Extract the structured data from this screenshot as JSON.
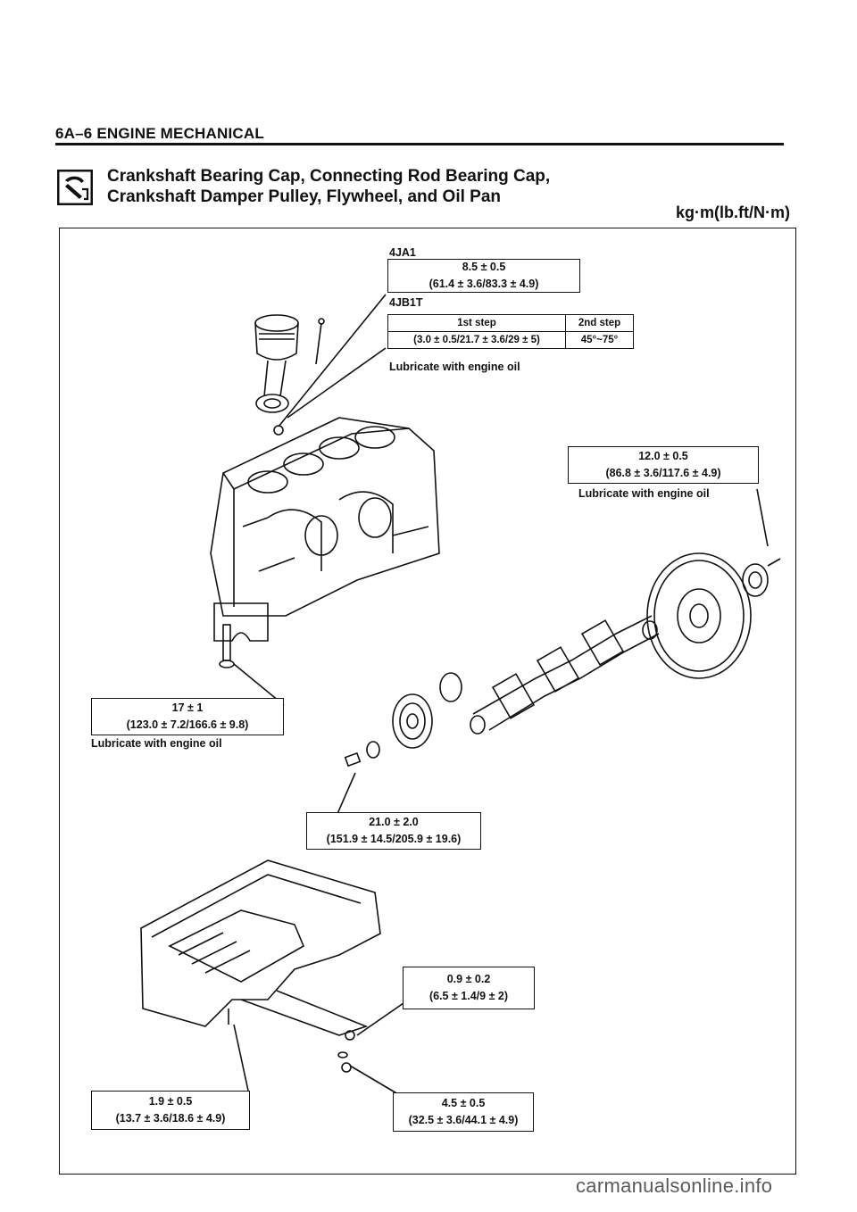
{
  "header": {
    "page_label": "6A–6 ENGINE MECHANICAL"
  },
  "section": {
    "title_line1": "Crankshaft Bearing Cap, Connecting Rod Bearing Cap,",
    "title_line2": "Crankshaft Damper Pulley, Flywheel, and Oil Pan",
    "units": "kg·m(lb.ft/N·m)",
    "icon": "torque-wrench-icon"
  },
  "conrod": {
    "engine_a": "4JA1",
    "engine_a_line1": "8.5 ± 0.5",
    "engine_a_line2": "(61.4 ± 3.6/83.3 ± 4.9)",
    "engine_b": "4JB1T",
    "col1_header": "1st step",
    "col2_header": "2nd step",
    "col1_value": "(3.0 ± 0.5/21.7 ± 3.6/29 ± 5)",
    "col2_value": "45°~75°",
    "note": "Lubricate with engine oil"
  },
  "flywheel": {
    "line1": "12.0 ± 0.5",
    "line2": "(86.8 ± 3.6/117.6 ± 4.9)",
    "note": "Lubricate with engine oil"
  },
  "main_cap": {
    "line1": "17 ± 1",
    "line2": "(123.0 ± 7.2/166.6 ± 9.8)",
    "note": "Lubricate with engine oil"
  },
  "pulley": {
    "line1": "21.0 ± 2.0",
    "line2": "(151.9 ± 14.5/205.9 ± 19.6)"
  },
  "oil_pan_bolt": {
    "line1": "0.9 ± 0.2",
    "line2": "(6.5 ± 1.4/9 ± 2)"
  },
  "oil_pan_stud": {
    "line1": "1.9 ± 0.5",
    "line2": "(13.7 ± 3.6/18.6 ± 4.9)"
  },
  "drain_plug": {
    "line1": "4.5 ± 0.5",
    "line2": "(32.5 ± 3.6/44.1 ± 4.9)"
  },
  "watermark": "carmanualsonline.info"
}
